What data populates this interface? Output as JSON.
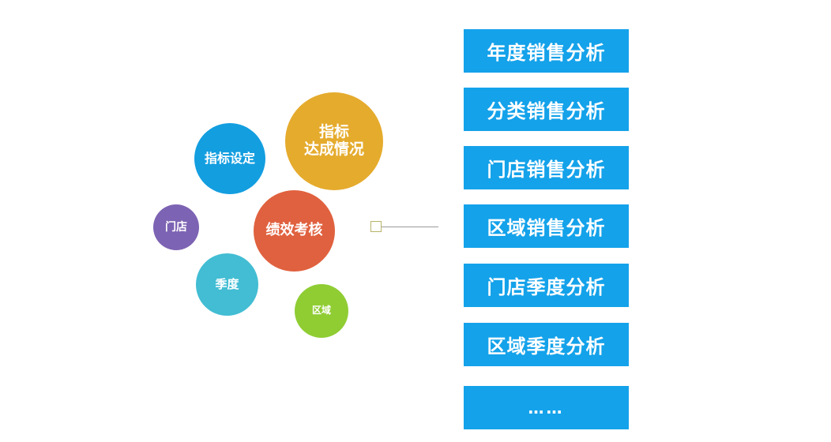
{
  "bubbles": {
    "goal_achievement": {
      "label": "指标\n达成情况",
      "color": "#e5ab2d"
    },
    "target_setting": {
      "label": "指标设定",
      "color": "#139ee0"
    },
    "kpi": {
      "label": "绩效考核",
      "color": "#e0613f"
    },
    "store": {
      "label": "门店",
      "color": "#7d63b3"
    },
    "season": {
      "label": "季度",
      "color": "#42bdd3"
    },
    "region": {
      "label": "区域",
      "color": "#8fcd33"
    }
  },
  "connector": {
    "box_color": "#b7b36a",
    "line_color": "#9a9a9a"
  },
  "analysis_list": {
    "color": "#14a2ea",
    "items": [
      "年度销售分析",
      "分类销售分析",
      "门店销售分析",
      "区域销售分析",
      "门店季度分析",
      "区域季度分析",
      "……"
    ]
  }
}
